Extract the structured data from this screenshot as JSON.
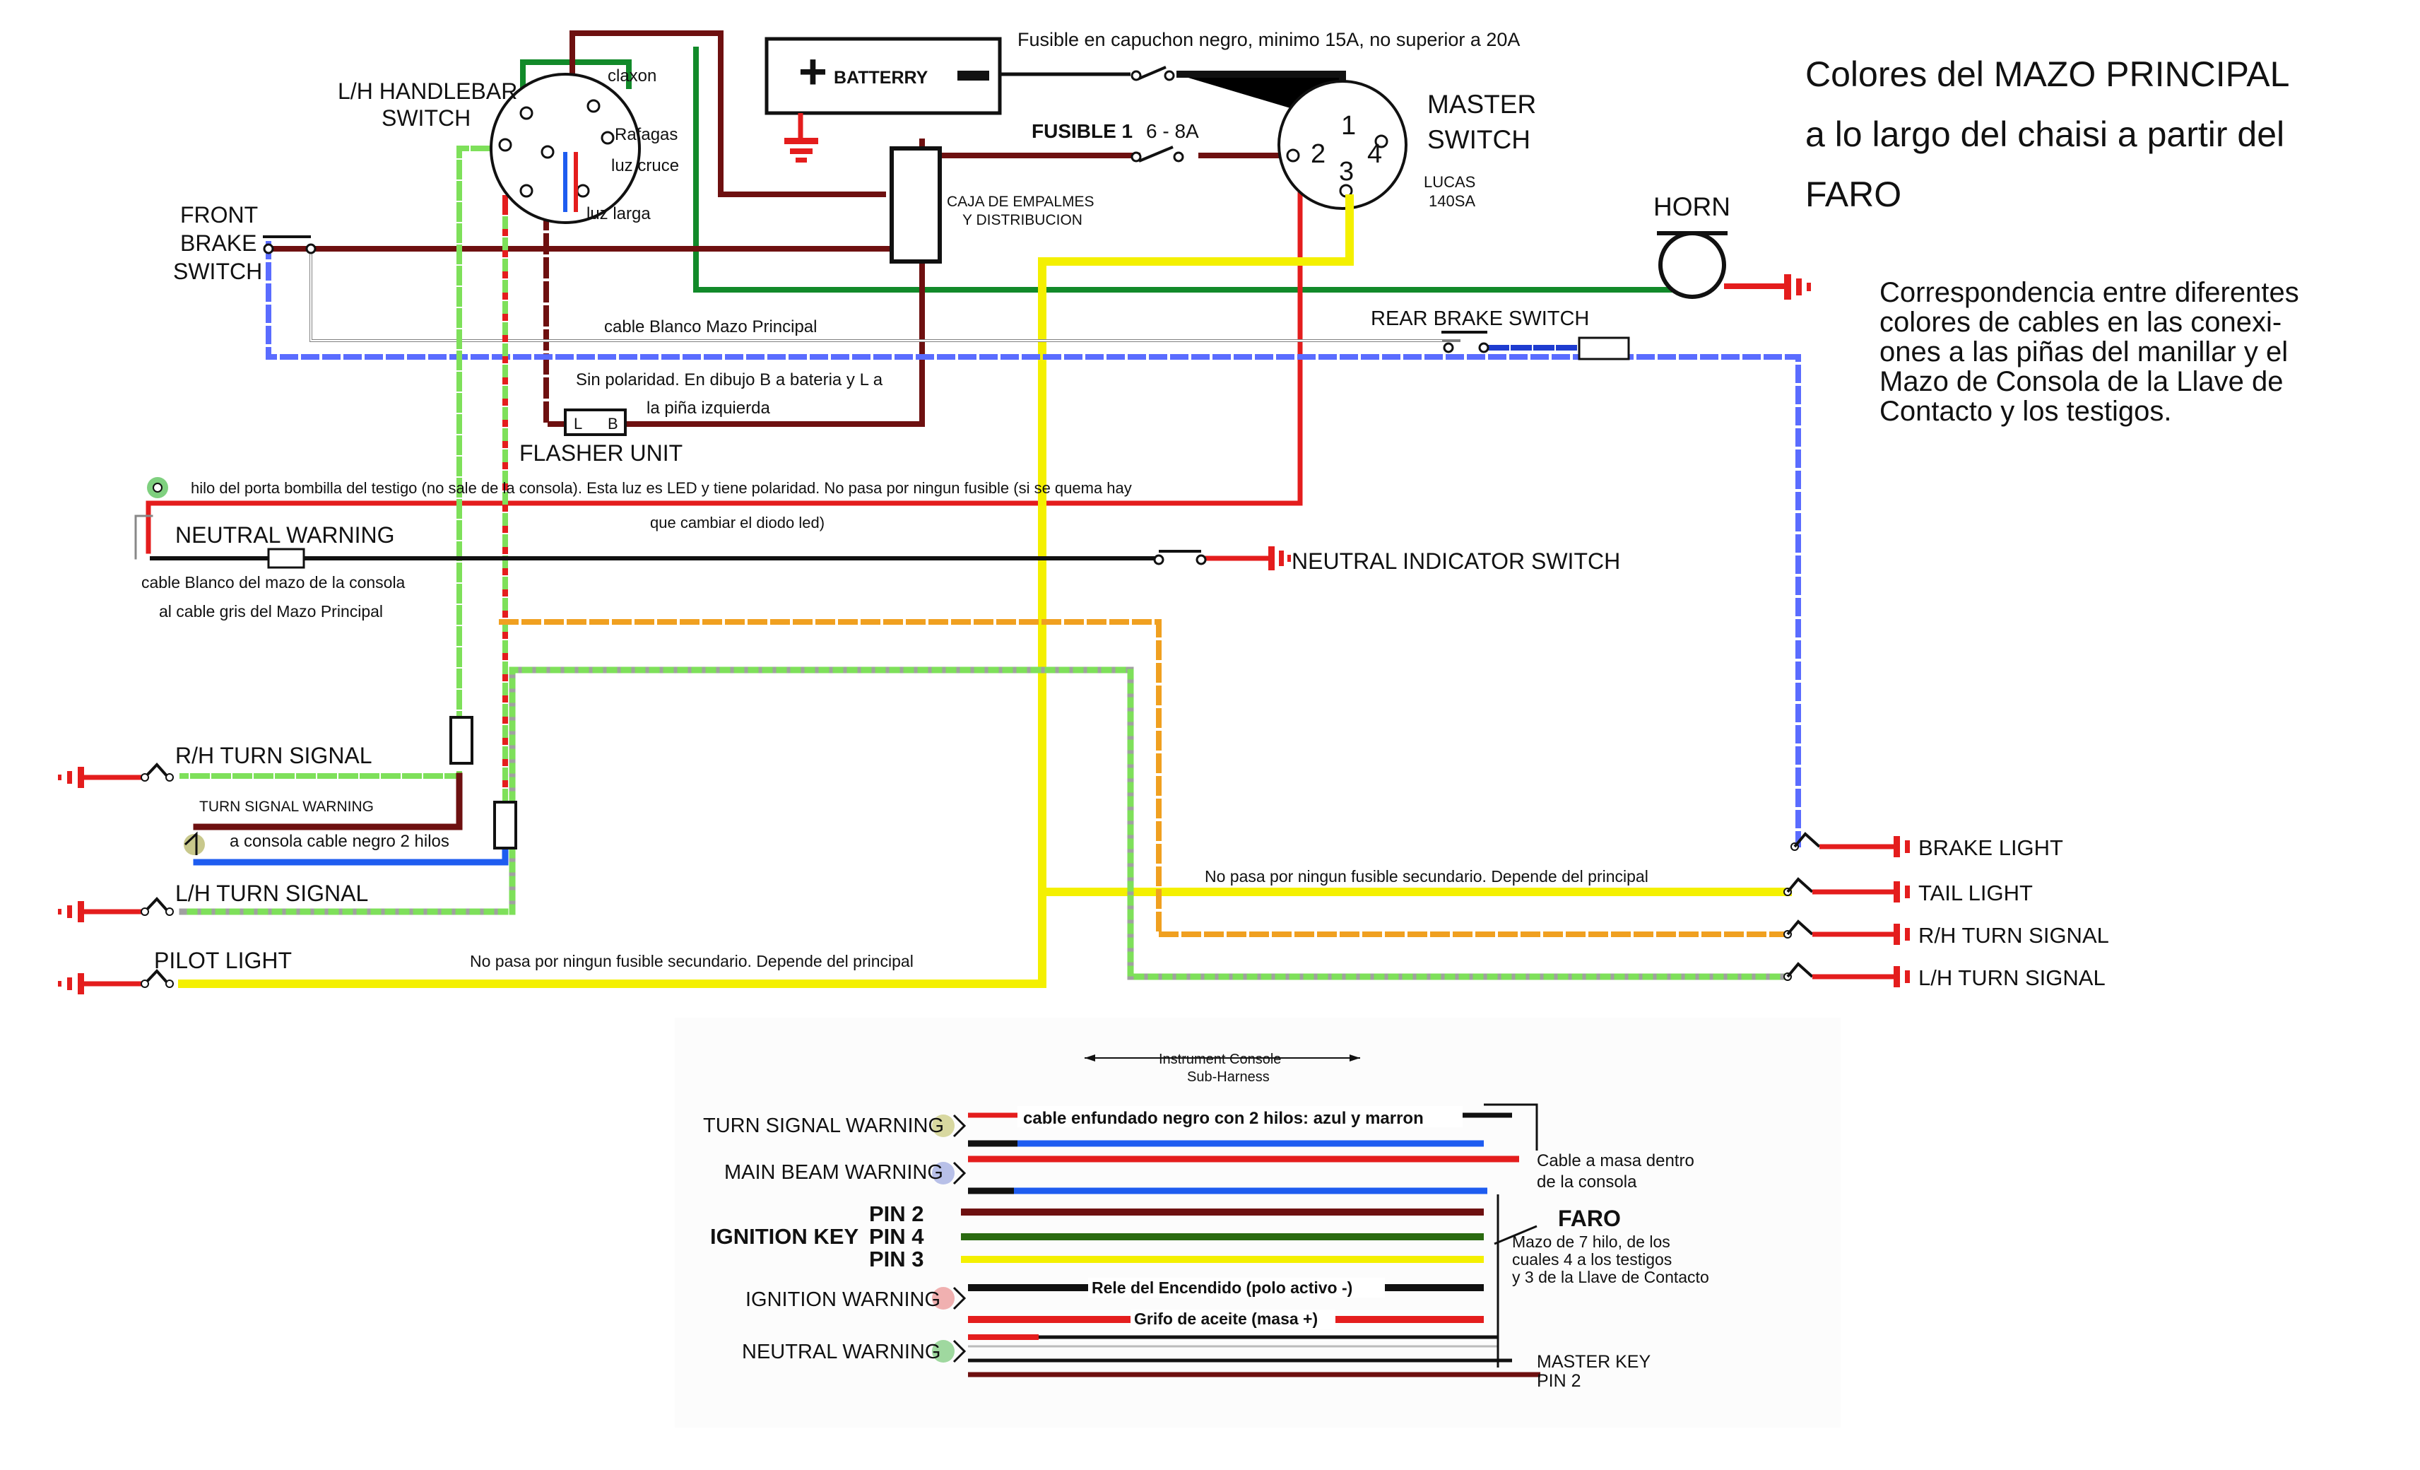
{
  "title_lines": [
    "Colores del MAZO PRINCIPAL",
    "a lo largo del chaisi a partir del",
    "FARO"
  ],
  "description_lines": [
    "Correspondencia entre diferentes",
    "colores de cables en las conexi-",
    "ones a las piñas del manillar y el",
    "Mazo de Consola de la Llave de",
    "Contacto y los testigos."
  ],
  "labels": {
    "lh_switch_1": "L/H HANDLEBAR",
    "lh_switch_2": "SWITCH",
    "claxon": "claxon",
    "rafagas": "Rafagas",
    "luz_cruce": "luz cruce",
    "luz_larga": "luz larga",
    "battery": "BATTERRY",
    "fuse_note": "Fusible en capuchon negro, minimo 15A, no superior a 20A",
    "fusible1": "FUSIBLE 1",
    "fusible1_amps": "6 - 8A",
    "caja_1": "CAJA DE EMPALMES",
    "caja_2": "Y DISTRIBUCION",
    "master_1": "MASTER",
    "master_2": "SWITCH",
    "lucas_1": "LUCAS",
    "lucas_2": "140SA",
    "pin1": "1",
    "pin2": "2",
    "pin3": "3",
    "pin4": "4",
    "horn": "HORN",
    "front_brake_1": "FRONT",
    "front_brake_2": "BRAKE",
    "front_brake_3": "SWITCH",
    "cable_blanco": "cable Blanco Mazo Principal",
    "rear_brake": "REAR BRAKE SWITCH",
    "sin_pol_1": "Sin polaridad. En dibujo B a bateria y L a",
    "sin_pol_2": "la piña izquierda",
    "flasher_l": "L",
    "flasher_b": "B",
    "flasher_unit": "FLASHER UNIT",
    "hilo_1": "hilo del porta bombilla del testigo (no sale de la consola). Esta luz es LED y tiene polaridad. No pasa por ningun fusible (si se quema hay",
    "hilo_2": "que cambiar  el diodo led)",
    "neutral_warning": "NEUTRAL WARNING",
    "neutral_switch": "NEUTRAL INDICATOR SWITCH",
    "cable_blanco_consola_1": "cable Blanco del mazo de la consola",
    "cable_blanco_consola_2": "al cable gris del Mazo Principal",
    "rh_turn_left": "R/H TURN SIGNAL",
    "turn_warning_small": "TURN SIGNAL WARNING",
    "a_consola": "a consola cable negro 2 hilos",
    "lh_turn_left": "L/H TURN SIGNAL",
    "pilot_light": "PILOT LIGHT",
    "no_pasa_1": "No pasa por ningun fusible secundario. Depende del principal",
    "no_pasa_2": "No pasa por ningun fusible secundario. Depende del principal",
    "brake_light": "BRAKE LIGHT",
    "tail_light": "TAIL LIGHT",
    "rh_turn_right": "R/H TURN SIGNAL",
    "lh_turn_right": "L/H TURN SIGNAL"
  },
  "console": {
    "header_1": "Instrument Console",
    "header_2": "Sub-Harness",
    "turn_signal_warning": "TURN SIGNAL WARNING",
    "cable_enfundado": "cable enfundado negro con 2 hilos: azul y marron",
    "main_beam_warning": "MAIN BEAM WARNING",
    "cable_masa_1": "Cable a masa dentro",
    "cable_masa_2": "de la consola",
    "ignition_key": "IGNITION KEY",
    "pin2": "PIN 2",
    "pin4": "PIN 4",
    "pin3": "PIN 3",
    "faro": "FARO",
    "faro_1": "Mazo de 7 hilo, de los",
    "faro_2": "cuales 4 a los testigos",
    "faro_3": "y 3 de la Llave de Contacto",
    "ignition_warning": "IGNITION WARNING",
    "rele": "Rele del Encendido (polo activo -)",
    "grifo": "Grifo de aceite (masa +)",
    "neutral_warning": "NEUTRAL WARNING",
    "master_key_1": "MASTER KEY",
    "master_key_2": "PIN 2"
  },
  "colors": {
    "brown": "#6e1010",
    "green": "#128a2a",
    "red": "#e41d1d",
    "yellow": "#f4f000",
    "blue": "#1e5cf0",
    "lightgreen": "#7ee05a",
    "orange": "#f0a020",
    "grey": "#a0a0a0",
    "black": "#000000"
  }
}
